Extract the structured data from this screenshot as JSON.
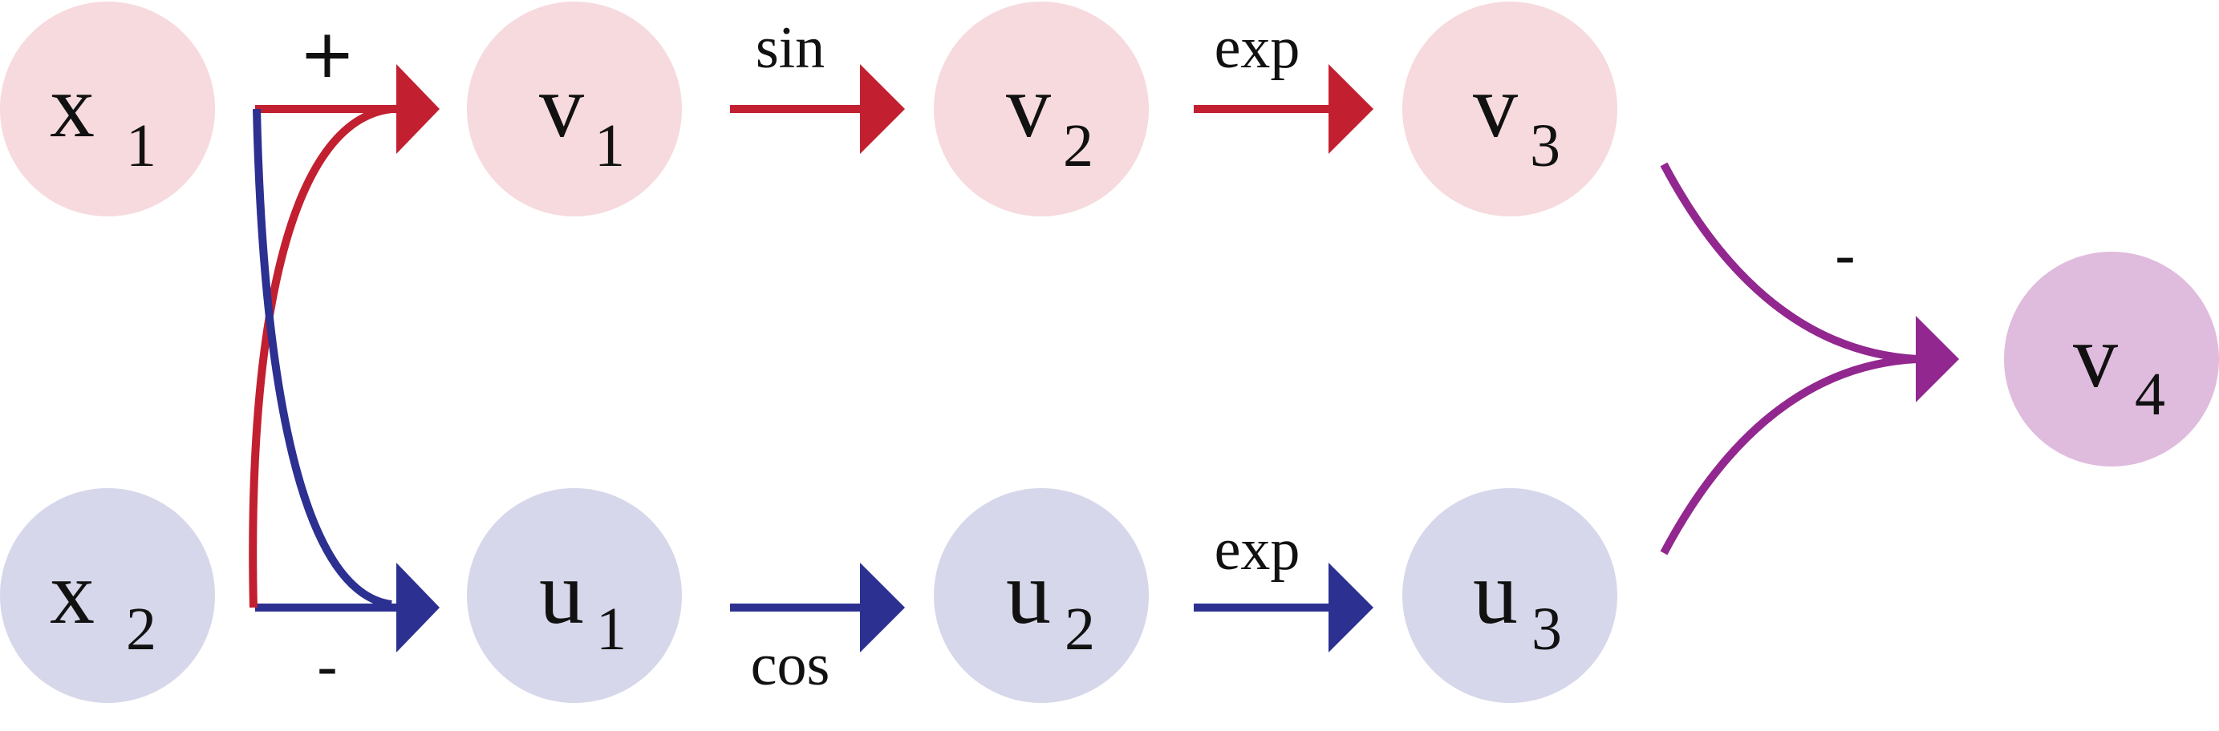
{
  "colors": {
    "red_node": "#f6dadd",
    "blue_node": "#d6d7ea",
    "purple_node": "#dfbcdd",
    "red_edge": "#c22030",
    "blue_edge": "#2b3091",
    "purple_edge": "#92278f"
  },
  "nodes": {
    "x1": {
      "main": "x",
      "sub": "1"
    },
    "x2": {
      "main": "x",
      "sub": "2"
    },
    "v1": {
      "main": "v",
      "sub": "1"
    },
    "v2": {
      "main": "v",
      "sub": "2"
    },
    "v3": {
      "main": "v",
      "sub": "3"
    },
    "v4": {
      "main": "v",
      "sub": "4"
    },
    "u1": {
      "main": "u",
      "sub": "1"
    },
    "u2": {
      "main": "u",
      "sub": "2"
    },
    "u3": {
      "main": "u",
      "sub": "3"
    }
  },
  "operations": {
    "plus": "+",
    "minus_lower": "-",
    "sin": "sin",
    "exp_top": "exp",
    "cos": "cos",
    "exp_bottom": "exp",
    "minus_final": "-"
  }
}
